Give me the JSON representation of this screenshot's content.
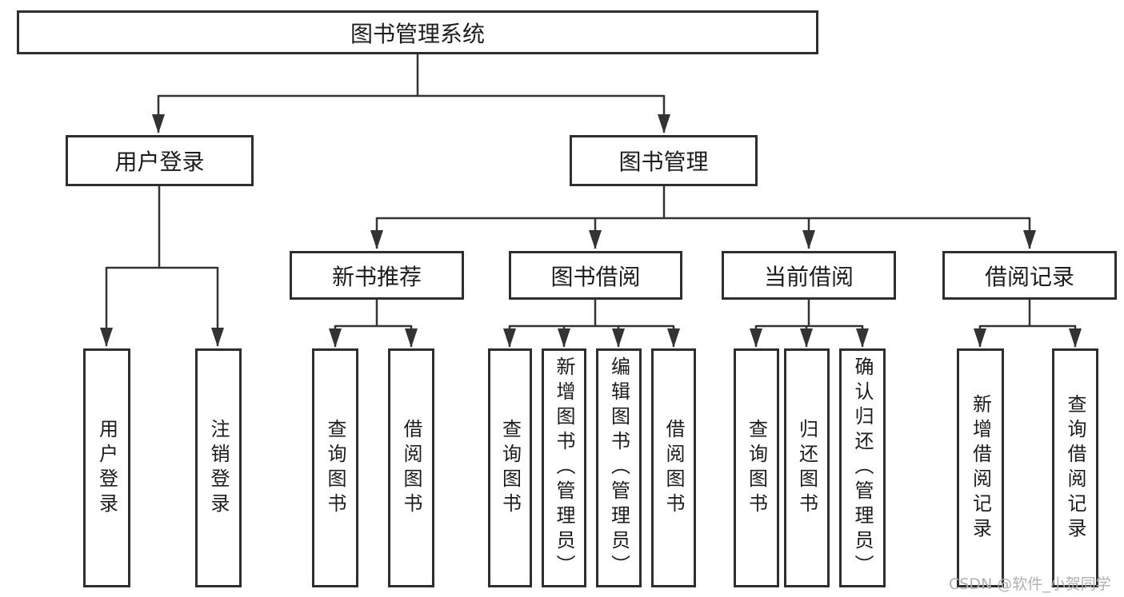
{
  "colors": {
    "line": "#333333",
    "box_border": "#2e2e2e",
    "text": "#1c1c1c",
    "watermark": "#b0b0b2",
    "background": "#ffffff"
  },
  "watermark": {
    "text": "CSDN @软件_小贺同学"
  },
  "tree": {
    "root": {
      "label": "图书管理系统",
      "children": [
        {
          "label": "用户登录",
          "children": [
            {
              "label": "用户登录"
            },
            {
              "label": "注销登录"
            }
          ]
        },
        {
          "label": "图书管理",
          "children": [
            {
              "label": "新书推荐",
              "children": [
                {
                  "label": "查询图书"
                },
                {
                  "label": "借阅图书"
                }
              ]
            },
            {
              "label": "图书借阅",
              "children": [
                {
                  "label": "查询图书"
                },
                {
                  "label": "新增图书（管理员）"
                },
                {
                  "label": "编辑图书（管理员）"
                },
                {
                  "label": "借阅图书"
                }
              ]
            },
            {
              "label": "当前借阅",
              "children": [
                {
                  "label": "查询图书"
                },
                {
                  "label": "归还图书"
                },
                {
                  "label": "确认归还（管理员）"
                }
              ]
            },
            {
              "label": "借阅记录",
              "children": [
                {
                  "label": "新增借阅记录"
                },
                {
                  "label": "查询借阅记录"
                }
              ]
            }
          ]
        }
      ]
    }
  }
}
